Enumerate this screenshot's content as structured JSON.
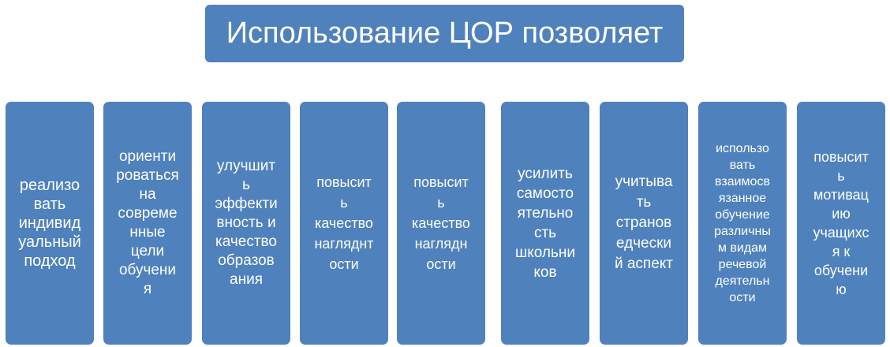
{
  "title": "Использование ЦОР позволяет",
  "colors": {
    "box_fill": "#4f81bd",
    "text": "#ffffff",
    "background": "#ffffff"
  },
  "items": [
    {
      "label": "реализо\nвать\nиндивид\nуальный\nподход"
    },
    {
      "label": "ориенти\nроваться\nна\nсовреме\nнные\nцели\nобучени\nя"
    },
    {
      "label": "улучшит\nь\nэффекти\nвность и\nкачество\nобразов\nания"
    },
    {
      "label": "повысит\nь\nкачество\nнагляднт\nости"
    },
    {
      "label": "повысит\nь\nкачество\nнаглядн\nости"
    },
    {
      "label": "усилить\nсамосто\nятельно\nсть\nшкольни\nков"
    },
    {
      "label": "учитыва\nть\nстранов\nедчески\nй аспект"
    },
    {
      "label": "использо\nвать\nвзаимосв\nязанное\nобучение\nразличны\nм видам\nречевой\nдеятельн\nости"
    },
    {
      "label": "повысит\nь\nмотивац\nию\nучащихс\nя к\nобучени\nю"
    }
  ]
}
